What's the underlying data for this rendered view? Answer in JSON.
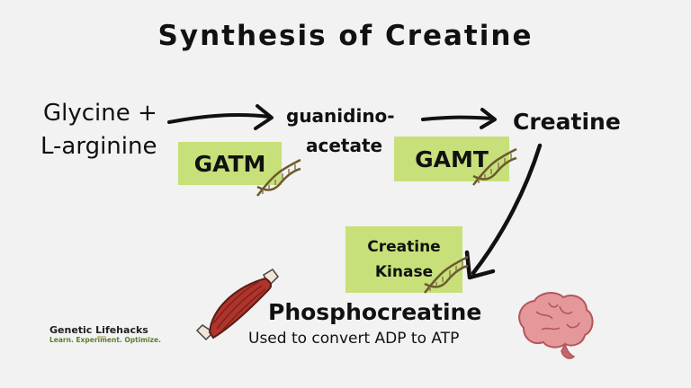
{
  "title": "Synthesis of Creatine",
  "substrates": {
    "line1": "Glycine +",
    "line2": "L-arginine"
  },
  "intermediate": {
    "line1": "guanidino-",
    "line2": "acetate"
  },
  "product": "Creatine",
  "enzymes": {
    "gatm": "GATM",
    "gamt": "GAMT",
    "ck_line1": "Creatine",
    "ck_line2": "Kinase"
  },
  "final_product": {
    "name": "Phosphocreatine",
    "description": "Used to convert ADP to ATP"
  },
  "brand": {
    "name": "Genetic Lifehacks",
    "tagline": "Learn. Experiment. Optimize."
  },
  "colors": {
    "enzyme_bg": "#c7e07a",
    "muscle": "#b0342b",
    "brain": "#e5989a",
    "dna": "#6b5a2e",
    "arrow": "#111111"
  },
  "icons": [
    "dna-icon",
    "muscle-icon",
    "brain-icon"
  ]
}
